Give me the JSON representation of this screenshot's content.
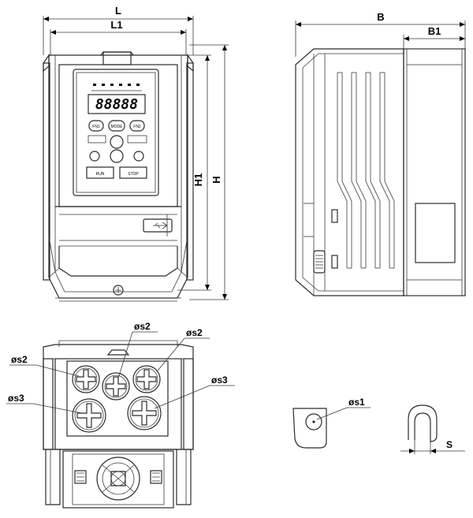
{
  "front_view": {
    "dim_width_outer": "L",
    "dim_width_inner": "L1",
    "dim_height_outer": "H",
    "dim_height_inner": "H1",
    "keypad": {
      "display": "88888",
      "key_fn1": "FN1",
      "key_mode": "MODE",
      "key_fn2": "FN2",
      "key_run": "RUN",
      "key_stop": "STOP"
    }
  },
  "side_view": {
    "dim_depth_outer": "B",
    "dim_depth_inner": "B1"
  },
  "bottom_view": {
    "label_s2_top": "øs2",
    "label_s2_right": "øs2",
    "label_s2_left": "øs2",
    "label_s3_left": "øs3",
    "label_s3_right": "øs3"
  },
  "details": {
    "label_s1": "øs1",
    "label_s": "S"
  }
}
